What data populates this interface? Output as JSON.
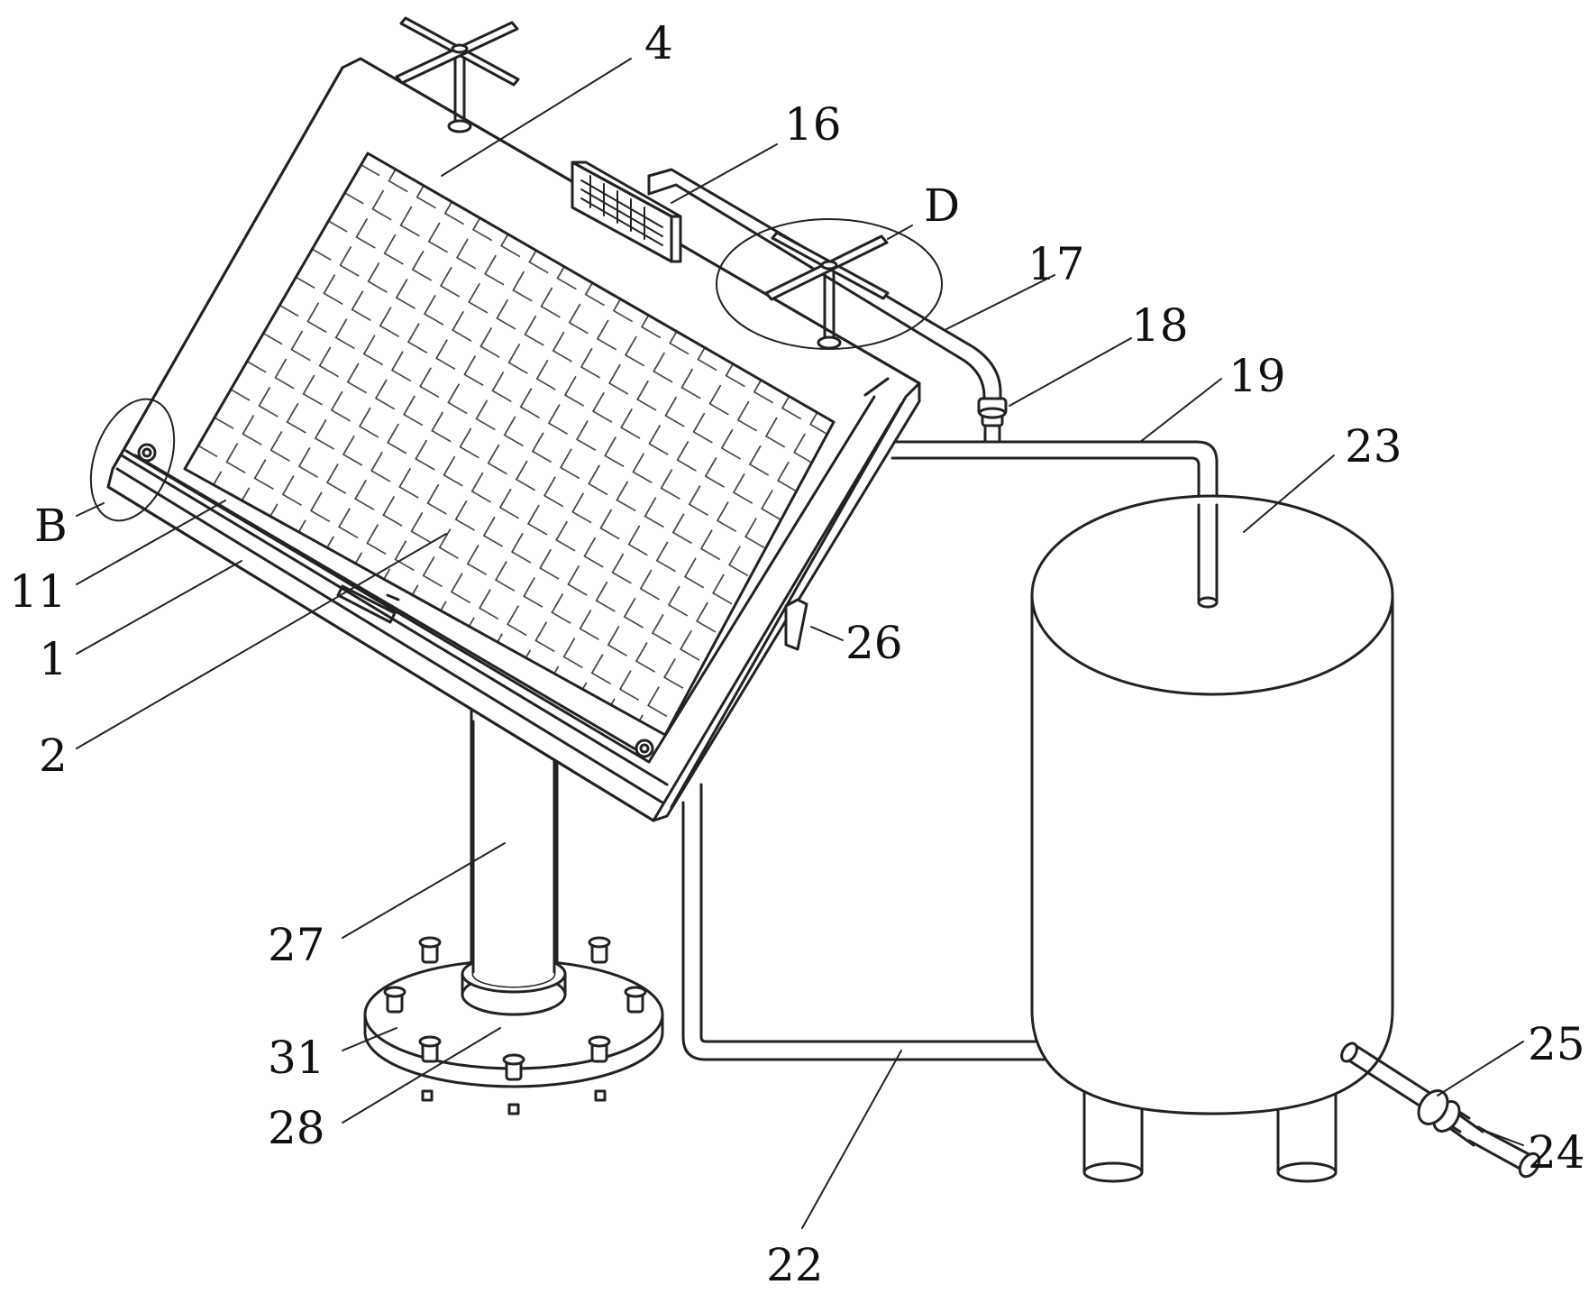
{
  "labels": {
    "l4": "4",
    "l16": "16",
    "lD": "D",
    "l17": "17",
    "l18": "18",
    "l19": "19",
    "l23": "23",
    "lB": "B",
    "l11": "11",
    "l1": "1",
    "l26": "26",
    "l2": "2",
    "l27": "27",
    "l31": "31",
    "l28": "28",
    "l22": "22",
    "l25": "25",
    "l24": "24"
  }
}
